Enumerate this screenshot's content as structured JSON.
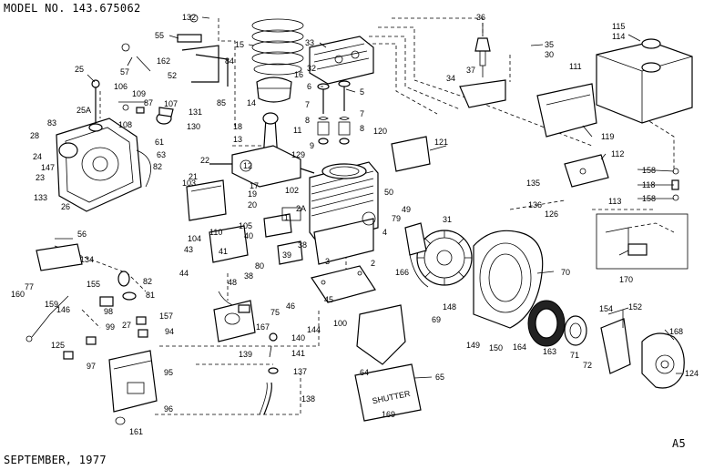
{
  "header": {
    "model": "MODEL NO. 143.675062"
  },
  "footer": {
    "date": "SEPTEMBER, 1977",
    "plate": "A5"
  },
  "callouts": [
    {
      "id": "c1",
      "text": "132"
    },
    {
      "id": "c2",
      "text": "55"
    },
    {
      "id": "c3",
      "text": "15"
    },
    {
      "id": "c4",
      "text": "33"
    },
    {
      "id": "c5",
      "text": "36"
    },
    {
      "id": "c6",
      "text": "115"
    },
    {
      "id": "c7",
      "text": "114"
    },
    {
      "id": "c8",
      "text": "35"
    },
    {
      "id": "c9",
      "text": "30"
    },
    {
      "id": "c10",
      "text": "57"
    },
    {
      "id": "c11",
      "text": "162"
    },
    {
      "id": "c12",
      "text": "84"
    },
    {
      "id": "c13",
      "text": "52"
    },
    {
      "id": "c14",
      "text": "16"
    },
    {
      "id": "c15",
      "text": "32"
    },
    {
      "id": "c16",
      "text": "37"
    },
    {
      "id": "c17",
      "text": "34"
    },
    {
      "id": "c18",
      "text": "111"
    },
    {
      "id": "c19",
      "text": "25"
    },
    {
      "id": "c20",
      "text": "6"
    },
    {
      "id": "c21",
      "text": "106"
    },
    {
      "id": "c22",
      "text": "109"
    },
    {
      "id": "c23",
      "text": "87"
    },
    {
      "id": "c24",
      "text": "107"
    },
    {
      "id": "c25",
      "text": "14"
    },
    {
      "id": "c26",
      "text": "85"
    },
    {
      "id": "c27",
      "text": "5"
    },
    {
      "id": "c28",
      "text": "25A"
    },
    {
      "id": "c29",
      "text": "131"
    },
    {
      "id": "c30",
      "text": "108"
    },
    {
      "id": "c31",
      "text": "130"
    },
    {
      "id": "c32",
      "text": "7"
    },
    {
      "id": "c33",
      "text": "7"
    },
    {
      "id": "c34",
      "text": "83"
    },
    {
      "id": "c35",
      "text": "18"
    },
    {
      "id": "c36",
      "text": "11"
    },
    {
      "id": "c37",
      "text": "8"
    },
    {
      "id": "c38",
      "text": "8"
    },
    {
      "id": "c39",
      "text": "120"
    },
    {
      "id": "c40",
      "text": "119"
    },
    {
      "id": "c41",
      "text": "28"
    },
    {
      "id": "c42",
      "text": "13"
    },
    {
      "id": "c43",
      "text": "61"
    },
    {
      "id": "c44",
      "text": "9"
    },
    {
      "id": "c45",
      "text": "121"
    },
    {
      "id": "c46",
      "text": "24"
    },
    {
      "id": "c47",
      "text": "63"
    },
    {
      "id": "c48",
      "text": "22"
    },
    {
      "id": "c49",
      "text": "12"
    },
    {
      "id": "c50",
      "text": "129"
    },
    {
      "id": "c51",
      "text": "147"
    },
    {
      "id": "c52",
      "text": "82"
    },
    {
      "id": "c53",
      "text": "23"
    },
    {
      "id": "c54",
      "text": "21"
    },
    {
      "id": "c55",
      "text": "103"
    },
    {
      "id": "c56",
      "text": "17"
    },
    {
      "id": "c57",
      "text": "112"
    },
    {
      "id": "c58",
      "text": "158"
    },
    {
      "id": "c59",
      "text": "133"
    },
    {
      "id": "c60",
      "text": "26"
    },
    {
      "id": "c61",
      "text": "19"
    },
    {
      "id": "c62",
      "text": "102"
    },
    {
      "id": "c63",
      "text": "118"
    },
    {
      "id": "c64",
      "text": "20"
    },
    {
      "id": "c65",
      "text": "50"
    },
    {
      "id": "c66",
      "text": "135"
    },
    {
      "id": "c67",
      "text": "158"
    },
    {
      "id": "c68",
      "text": "113"
    },
    {
      "id": "c69",
      "text": "2A"
    },
    {
      "id": "c70",
      "text": "49"
    },
    {
      "id": "c71",
      "text": "136"
    },
    {
      "id": "c72",
      "text": "126"
    },
    {
      "id": "c73",
      "text": "105"
    },
    {
      "id": "c74",
      "text": "1"
    },
    {
      "id": "c75",
      "text": "31"
    },
    {
      "id": "c76",
      "text": "104"
    },
    {
      "id": "c77",
      "text": "110"
    },
    {
      "id": "c78",
      "text": "56"
    },
    {
      "id": "c79",
      "text": "38"
    },
    {
      "id": "c80",
      "text": "79"
    },
    {
      "id": "c81",
      "text": "4"
    },
    {
      "id": "c82",
      "text": "43"
    },
    {
      "id": "c83",
      "text": "40"
    },
    {
      "id": "c84",
      "text": "39"
    },
    {
      "id": "c85",
      "text": "170"
    },
    {
      "id": "c86",
      "text": "134"
    },
    {
      "id": "c87",
      "text": "41"
    },
    {
      "id": "c88",
      "text": "80"
    },
    {
      "id": "c89",
      "text": "3"
    },
    {
      "id": "c90",
      "text": "2"
    },
    {
      "id": "c91",
      "text": "166"
    },
    {
      "id": "c92",
      "text": "70"
    },
    {
      "id": "c93",
      "text": "44"
    },
    {
      "id": "c94",
      "text": "82"
    },
    {
      "id": "c95",
      "text": "48"
    },
    {
      "id": "c96",
      "text": "38"
    },
    {
      "id": "c97",
      "text": "77"
    },
    {
      "id": "c98",
      "text": "155"
    },
    {
      "id": "c99",
      "text": "160"
    },
    {
      "id": "c100",
      "text": "81"
    },
    {
      "id": "c101",
      "text": "45"
    },
    {
      "id": "c102",
      "text": "159"
    },
    {
      "id": "c103",
      "text": "46"
    },
    {
      "id": "c104",
      "text": "146"
    },
    {
      "id": "c105",
      "text": "98"
    },
    {
      "id": "c106",
      "text": "157"
    },
    {
      "id": "c107",
      "text": "75"
    },
    {
      "id": "c108",
      "text": "100"
    },
    {
      "id": "c109",
      "text": "148"
    },
    {
      "id": "c110",
      "text": "154"
    },
    {
      "id": "c111",
      "text": "152"
    },
    {
      "id": "c112",
      "text": "99"
    },
    {
      "id": "c113",
      "text": "27"
    },
    {
      "id": "c114",
      "text": "167"
    },
    {
      "id": "c115",
      "text": "144"
    },
    {
      "id": "c116",
      "text": "69"
    },
    {
      "id": "c117",
      "text": "94"
    },
    {
      "id": "c118",
      "text": "140"
    },
    {
      "id": "c119",
      "text": "168"
    },
    {
      "id": "c120",
      "text": "125"
    },
    {
      "id": "c121",
      "text": "139"
    },
    {
      "id": "c122",
      "text": "141"
    },
    {
      "id": "c123",
      "text": "149"
    },
    {
      "id": "c124",
      "text": "150"
    },
    {
      "id": "c125",
      "text": "164"
    },
    {
      "id": "c126",
      "text": "163"
    },
    {
      "id": "c127",
      "text": "71"
    },
    {
      "id": "c128",
      "text": "72"
    },
    {
      "id": "c129",
      "text": "97"
    },
    {
      "id": "c130",
      "text": "95"
    },
    {
      "id": "c131",
      "text": "137"
    },
    {
      "id": "c132",
      "text": "64"
    },
    {
      "id": "c133",
      "text": "65"
    },
    {
      "id": "c134",
      "text": "124"
    },
    {
      "id": "c135",
      "text": "138"
    },
    {
      "id": "c136",
      "text": "96"
    },
    {
      "id": "c137",
      "text": "169"
    },
    {
      "id": "c138",
      "text": "161"
    }
  ]
}
